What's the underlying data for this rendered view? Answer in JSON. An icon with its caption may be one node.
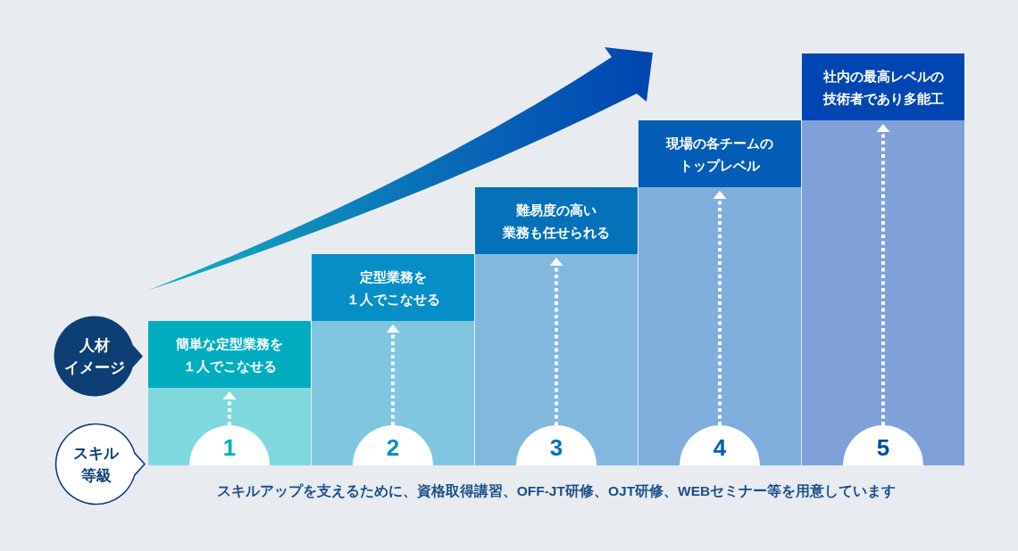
{
  "diagram": {
    "nodes": [
      {
        "text": [
          "人材イメージ"
        ]
      },
      {
        "text": [
          "スキル等級"
        ]
      },
      {
        "text": [
          "簡単な定型業務を１人でこなせる"
        ]
      },
      {
        "text": [],
        "shape": "box"
      },
      {
        "text": [
          "1"
        ],
        "in": 3
      },
      {
        "text": [
          "定型業務を１人でこなせる"
        ]
      },
      {
        "text": [],
        "shape": "box"
      },
      {
        "text": [
          "2"
        ],
        "in": 6
      },
      {
        "text": [
          "難易度の高い業務も任せられる"
        ]
      },
      {
        "text": [],
        "shape": "box"
      },
      {
        "text": [
          "3"
        ],
        "in": 9
      },
      {
        "text": [
          "現場の各チームのトップレベル"
        ]
      },
      {
        "text": [],
        "shape": "box"
      },
      {
        "text": [
          "4"
        ],
        "in": 12
      },
      {
        "text": [
          "社内の最高レベルの技術者であり多能工"
        ]
      },
      {
        "text": [],
        "shape": "box"
      },
      {
        "text": [
          "5"
        ],
        "in": 15
      }
    ],
    "edges": [
      {
        "from": 4,
        "to": 2,
        "arrow": "to",
        "style": "dashed"
      },
      {
        "from": 7,
        "to": 5,
        "arrow": "to",
        "style": "dashed"
      },
      {
        "from": 10,
        "to": 8,
        "arrow": "to",
        "style": "dashed"
      },
      {
        "from": 13,
        "to": 11,
        "arrow": "to",
        "style": "dashed"
      },
      {
        "from": 16,
        "to": 14,
        "arrow": "to",
        "style": "dashed"
      }
    ],
    "labels": [
      "スキルアップを支えるために、資格取得講習、OFF-JT研修、OJT研修、WEBセミナー等を用意しています"
    ]
  }
}
